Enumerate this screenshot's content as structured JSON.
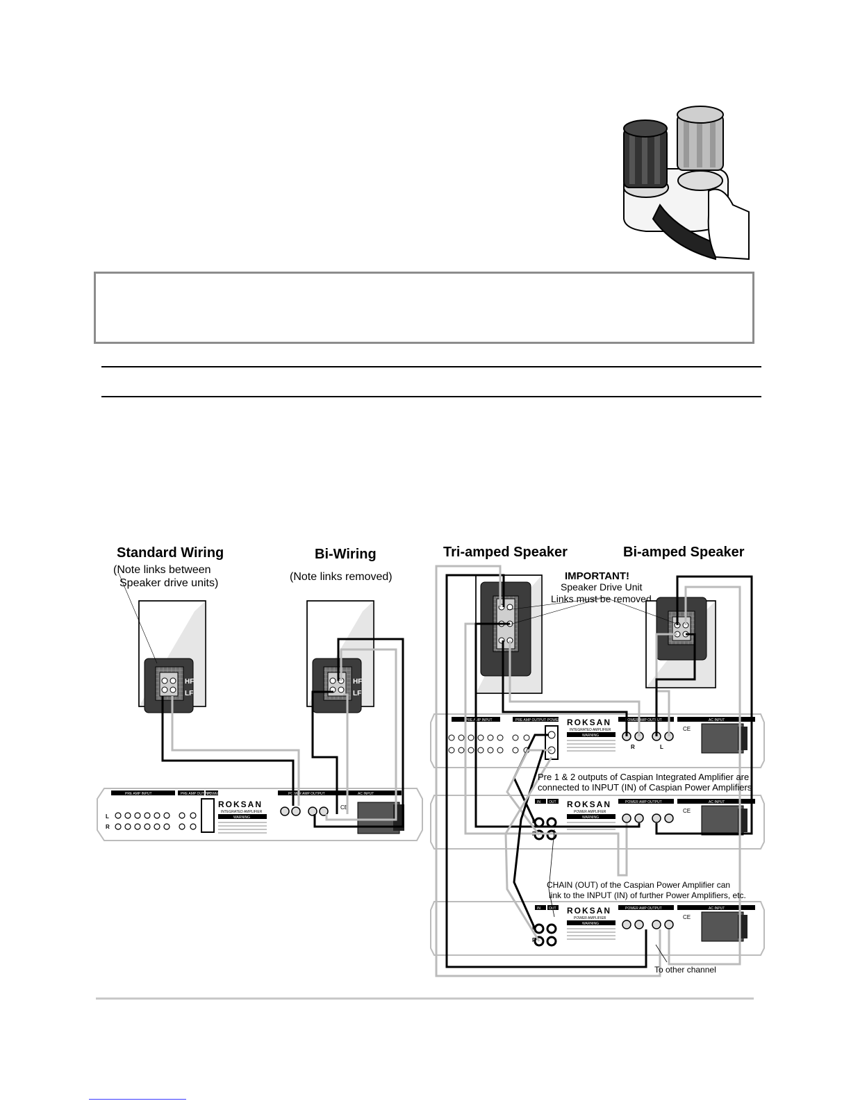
{
  "diagrams": {
    "standard": {
      "title": "Standard Wiring",
      "note_line1": "(Note links between",
      "note_line2": "Speaker drive units)"
    },
    "biwiring": {
      "title": "Bi-Wiring",
      "note": "(Note links removed)"
    },
    "triamp": {
      "title": "Tri-amped Speaker"
    },
    "biamp": {
      "title": "Bi-amped Speaker"
    },
    "important": {
      "heading": "IMPORTANT!",
      "line1": "Speaker Drive Unit",
      "line2": "Links must be removed"
    },
    "pre_outputs_note": {
      "line1": "Pre 1 & 2 outputs of Caspian Integrated Amplifier are",
      "line2": "connected to INPUT (IN) of Caspian Power Amplifiers"
    },
    "chain_note": {
      "line1": "CHAIN (OUT) of the Caspian Power Amplifier can",
      "line2": "link to the INPUT (IN) of further Power Amplifiers, etc."
    },
    "other_channel": "To other channel"
  },
  "speaker_labels": {
    "hf": "HF",
    "lf": "LF"
  },
  "amp_panels": {
    "brand": "ROKSAN",
    "integrated_label": "INTEGRATED AMPLIFIER",
    "power_label": "POWER AMPLIFIER",
    "warning": "WARNING",
    "pre_amp_input": "PRE AMP INPUT",
    "pre_amp_output": "PRE AMP OUTPUT",
    "power_amp_output": "POWER AMP OUTPUT",
    "ac_input": "AC INPUT",
    "power": "POWER",
    "in": "IN",
    "out": "OUT",
    "ce": "CE",
    "ch_l": "L",
    "ch_r": "R"
  }
}
